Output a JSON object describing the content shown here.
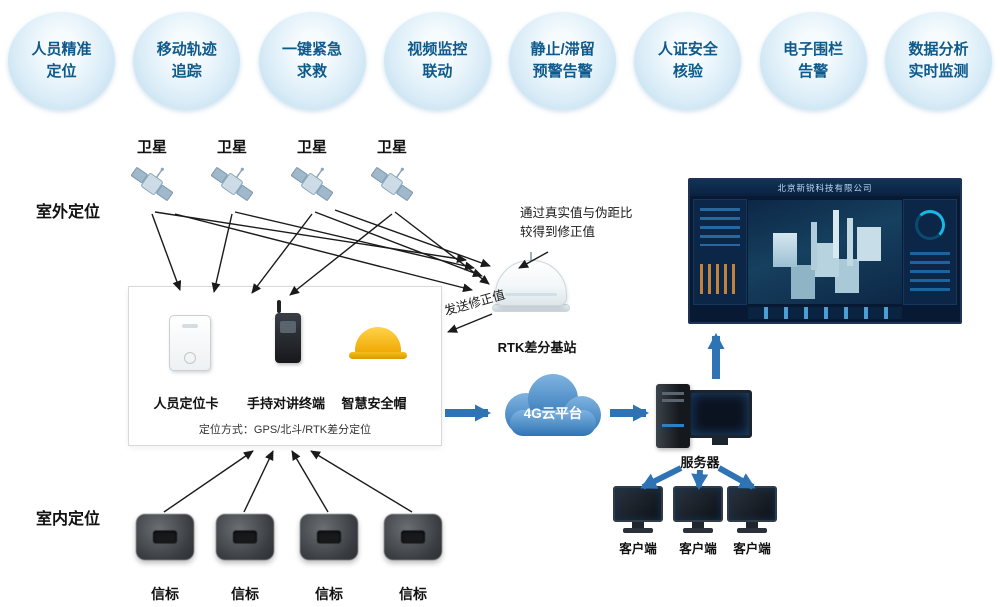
{
  "features": [
    {
      "line1": "人员精准",
      "line2": "定位"
    },
    {
      "line1": "移动轨迹",
      "line2": "追踪"
    },
    {
      "line1": "一键紧急",
      "line2": "求救"
    },
    {
      "line1": "视频监控",
      "line2": "联动"
    },
    {
      "line1": "静止/滞留",
      "line2": "预警告警"
    },
    {
      "line1": "人证安全",
      "line2": "核验"
    },
    {
      "line1": "电子围栏",
      "line2": "告警"
    },
    {
      "line1": "数据分析",
      "line2": "实时监测"
    }
  ],
  "sections": {
    "outdoor": "室外定位",
    "indoor": "室内定位"
  },
  "satellites": [
    "卫星",
    "卫星",
    "卫星",
    "卫星"
  ],
  "rtk": {
    "label": "RTK差分基站",
    "note": "通过真实值与伪距比较得到修正值",
    "send_label": "发送修正值"
  },
  "device_box": {
    "devices": [
      {
        "label": "人员定位卡"
      },
      {
        "label": "手持对讲终端"
      },
      {
        "label": "智慧安全帽"
      }
    ],
    "method": "定位方式：GPS/北斗/RTK差分定位"
  },
  "cloud": {
    "label": "4G云平台"
  },
  "server": {
    "label": "服务器"
  },
  "clients": [
    {
      "label": "客户端"
    },
    {
      "label": "客户端"
    },
    {
      "label": "客户端"
    }
  ],
  "beacons": [
    {
      "label": "信标"
    },
    {
      "label": "信标"
    },
    {
      "label": "信标"
    },
    {
      "label": "信标"
    }
  ],
  "dashboard": {
    "title": "北京新锐科技有限公司"
  },
  "colors": {
    "accent_blue": "#2e74b5",
    "bubble_text": "#0e5a8c"
  }
}
